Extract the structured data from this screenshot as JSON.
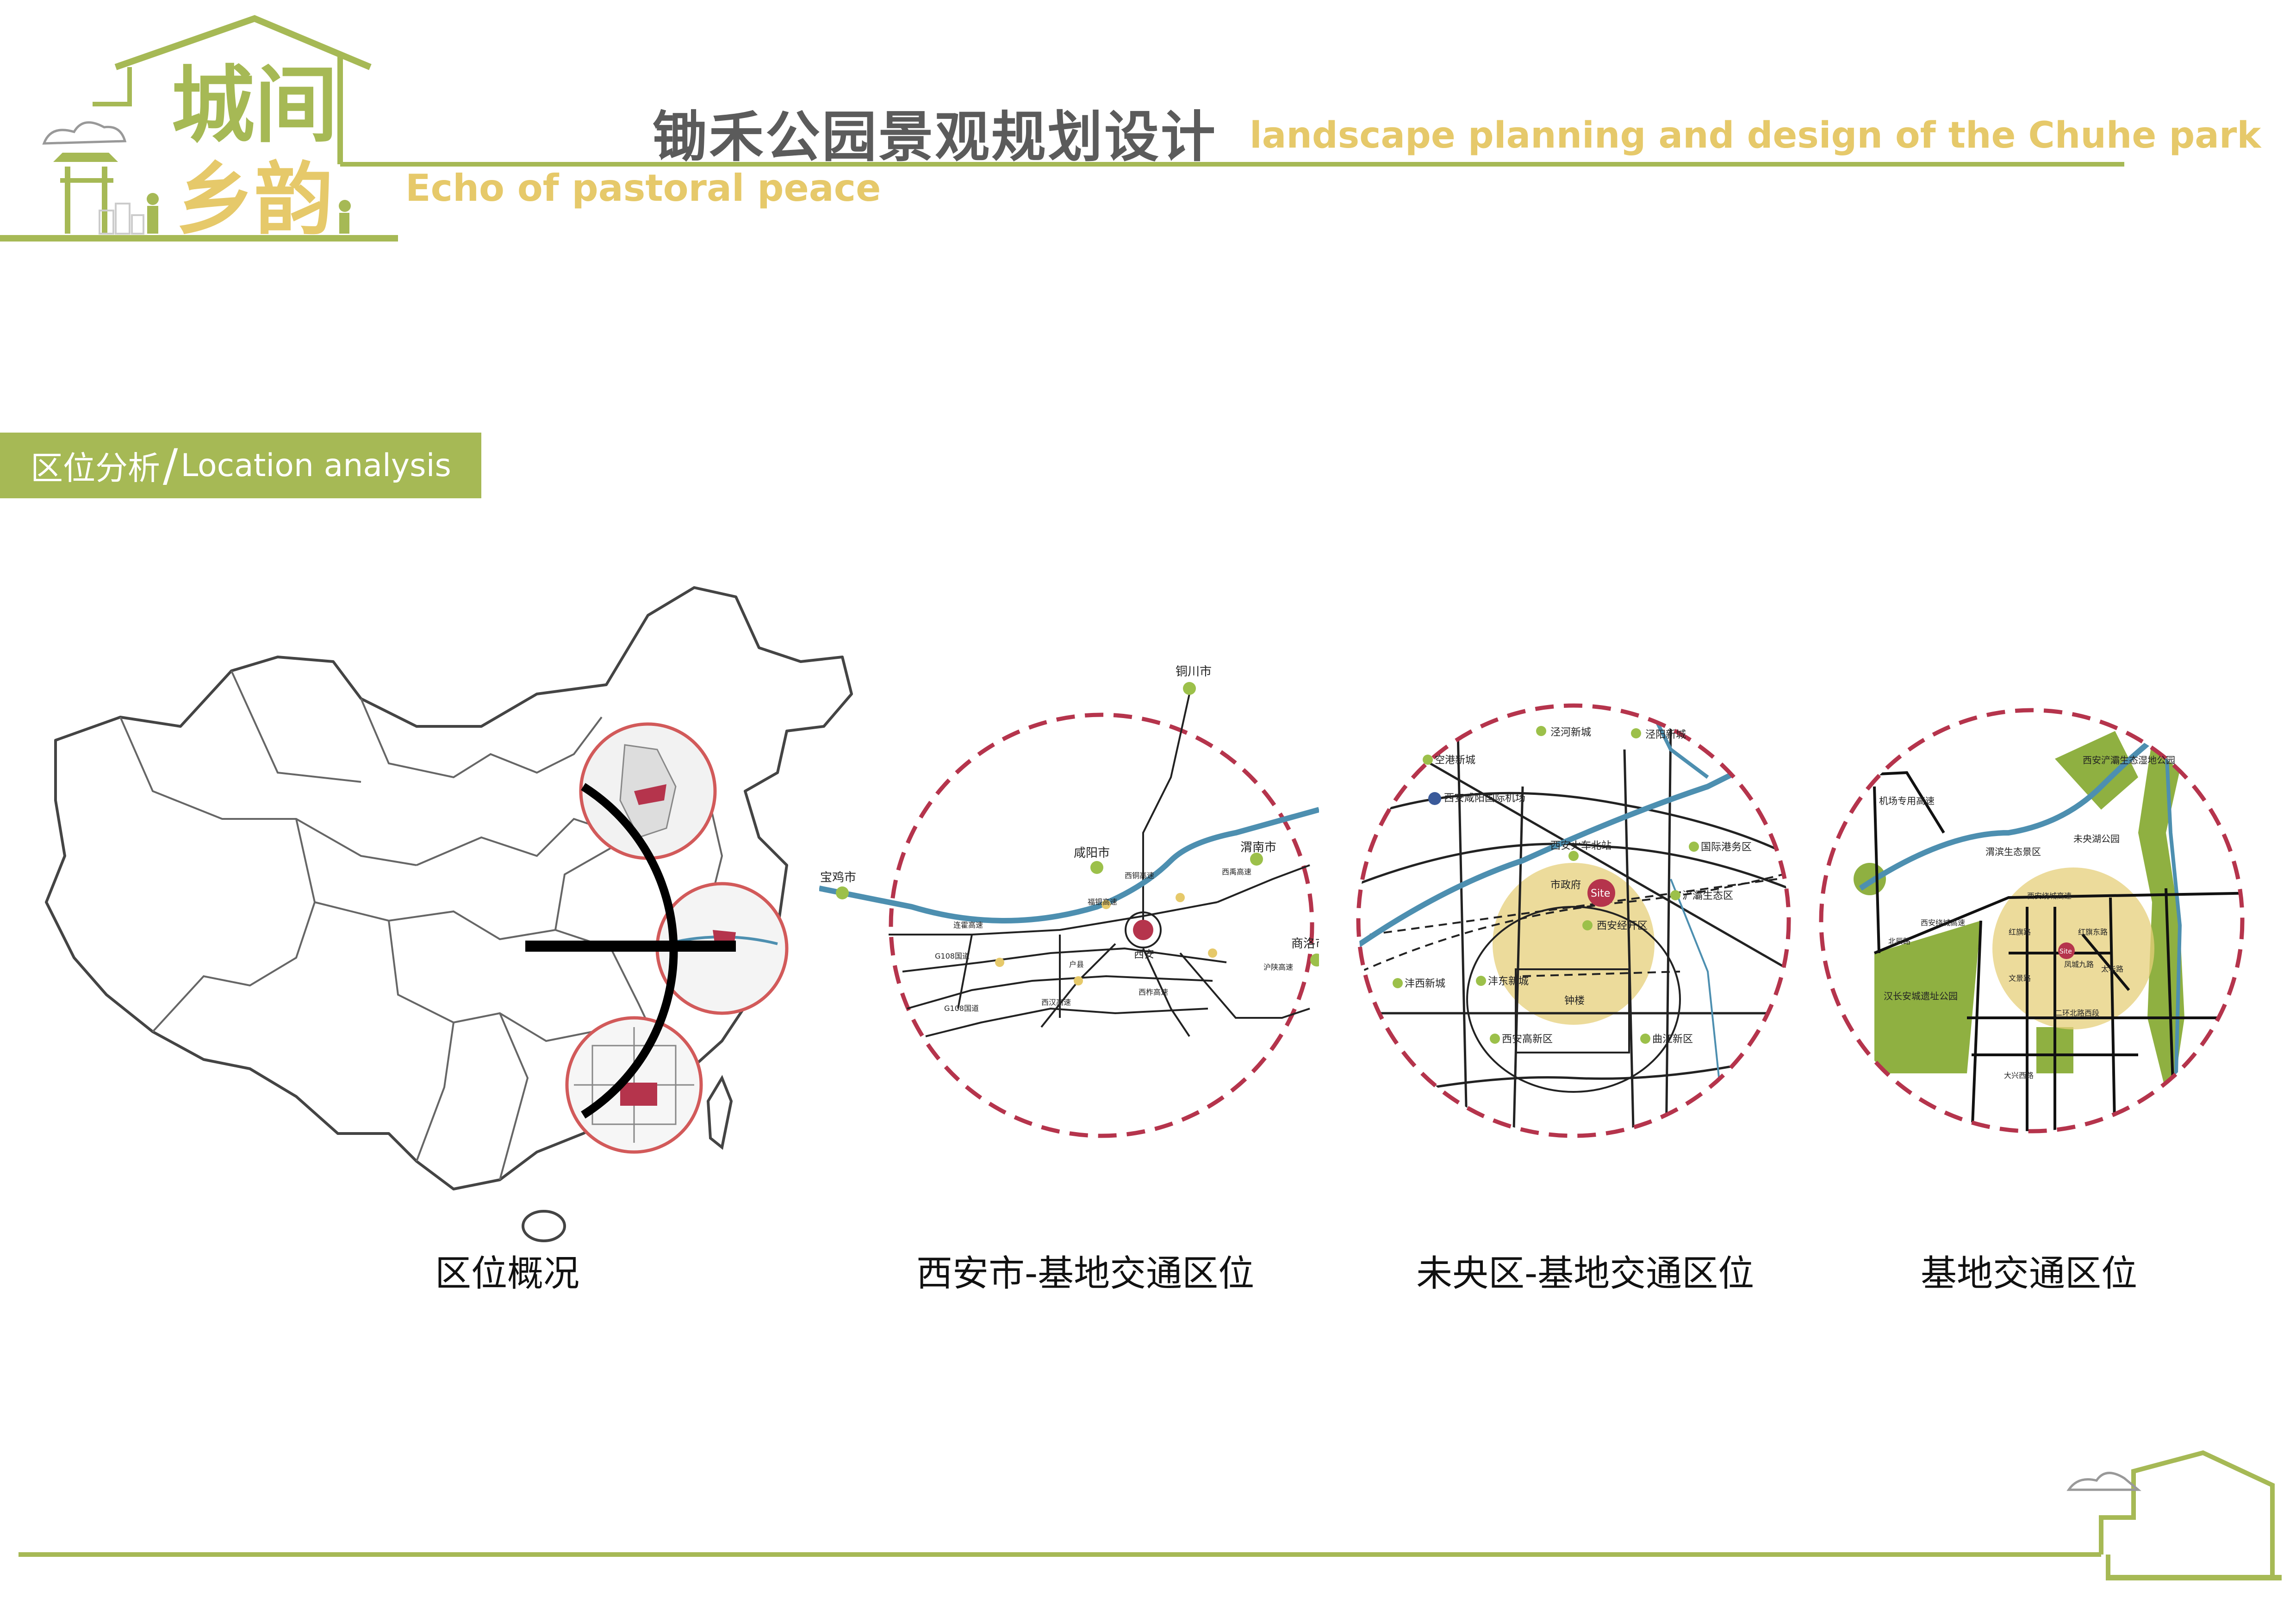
{
  "logo": {
    "line1": "城间",
    "line2": "乡韵"
  },
  "header": {
    "title": "锄禾公园景观规划设计",
    "subtitle_en": "landscape planning and design of the Chuhe park",
    "slogan_en": "Echo of pastoral peace"
  },
  "section": {
    "label_cn": "区位分析",
    "label_en": "Location analysis"
  },
  "colors": {
    "accent_green": "#a6b955",
    "accent_yellow": "#e6c96a",
    "title_gray": "#5b5b5b",
    "circle_red": "#b5344c"
  },
  "captions": {
    "map1": "区位概况",
    "map2": "西安市-基地交通区位",
    "map3": "未央区-基地交通区位",
    "map4": "基地交通区位"
  },
  "map2_labels": {
    "tongchuan": "铜川市",
    "baoji": "宝鸡市",
    "xianyang": "咸阳市",
    "weinan": "渭南市",
    "shangluo": "商洛市",
    "xian": "西安",
    "lianhuo": "连霍高速",
    "g108a": "G108国道",
    "g108b": "G108国道",
    "fuyin": "福银高速",
    "xihan": "西汉高速",
    "xitong": "西铜高速",
    "xiyu": "西禹高速",
    "xizha": "西柞高速",
    "huma": "沪陕高速",
    "hu": "户县"
  },
  "map3_labels": {
    "konggang": "空港新城",
    "jinghe": "泾河新城",
    "jingyang": "泾阳新城",
    "airport": "西安咸阳国际机场",
    "train": "西安火车北站",
    "gov": "市政府",
    "jingkai": "西安经开区",
    "guoji": "国际港务区",
    "chanba": "浐灞生态区",
    "fengdong": "沣东新城",
    "fengxi": "沣西新城",
    "gaoxin": "西安高新区",
    "qujiang": "曲江新区",
    "zhonglou": "钟楼",
    "site": "Site"
  },
  "map4_labels": {
    "wetland": "西安浐灞生态湿地公园",
    "airport_expy": "机场专用高速",
    "weibin": "渭滨生态景区",
    "weiyang": "未央湖公园",
    "raocheng": "西安绕城高速",
    "beichenglu": "北辰路",
    "ring": "西安绕城高速",
    "hanchengyizhi": "汉长安城遗址公园",
    "hongqi1": "红旗路",
    "hongqi2": "红旗东路",
    "fengcheng": "凤城九路",
    "wenjing": "文景路",
    "taihua": "太华路",
    "erhuan": "二环北路西段",
    "daxing": "大兴西路",
    "site": "Site"
  }
}
